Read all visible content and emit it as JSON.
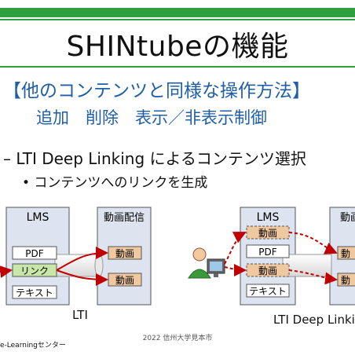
{
  "slide": {
    "title": "SHINtubeの機能",
    "subtitle_bracket": "【他のコンテンツと同様な操作方法】",
    "operations": "追加　削除　表示／非表示制御",
    "bullet_main": "– LTI Deep Linking によるコンテンツ選択",
    "bullet_sub": "• コンテンツへのリンクを生成",
    "footer_left": "e-Learningセンター",
    "footer_center": "2022 信州大学見本市"
  },
  "diagram_left": {
    "lms_title": "LMS",
    "video_title": "動画配信",
    "items": [
      "PDF",
      "リンク",
      "テキスト"
    ],
    "video_items": [
      "動画",
      "動画"
    ],
    "caption": "LTI"
  },
  "diagram_right": {
    "lms_title": "LMS",
    "video_title": "動画",
    "items": [
      "動画",
      "PDF",
      "動画",
      "テキスト"
    ],
    "video_items": [
      "動",
      "動"
    ],
    "caption": "LTI Deep Linki"
  },
  "colors": {
    "green_bar": "#2e9e3e",
    "blue_text": "#1f5fa8",
    "box_fill": "#dde3ef",
    "video_fill": "#f0c8a0",
    "arrow_red": "#c00000",
    "link_green": "#c8e6a8"
  }
}
